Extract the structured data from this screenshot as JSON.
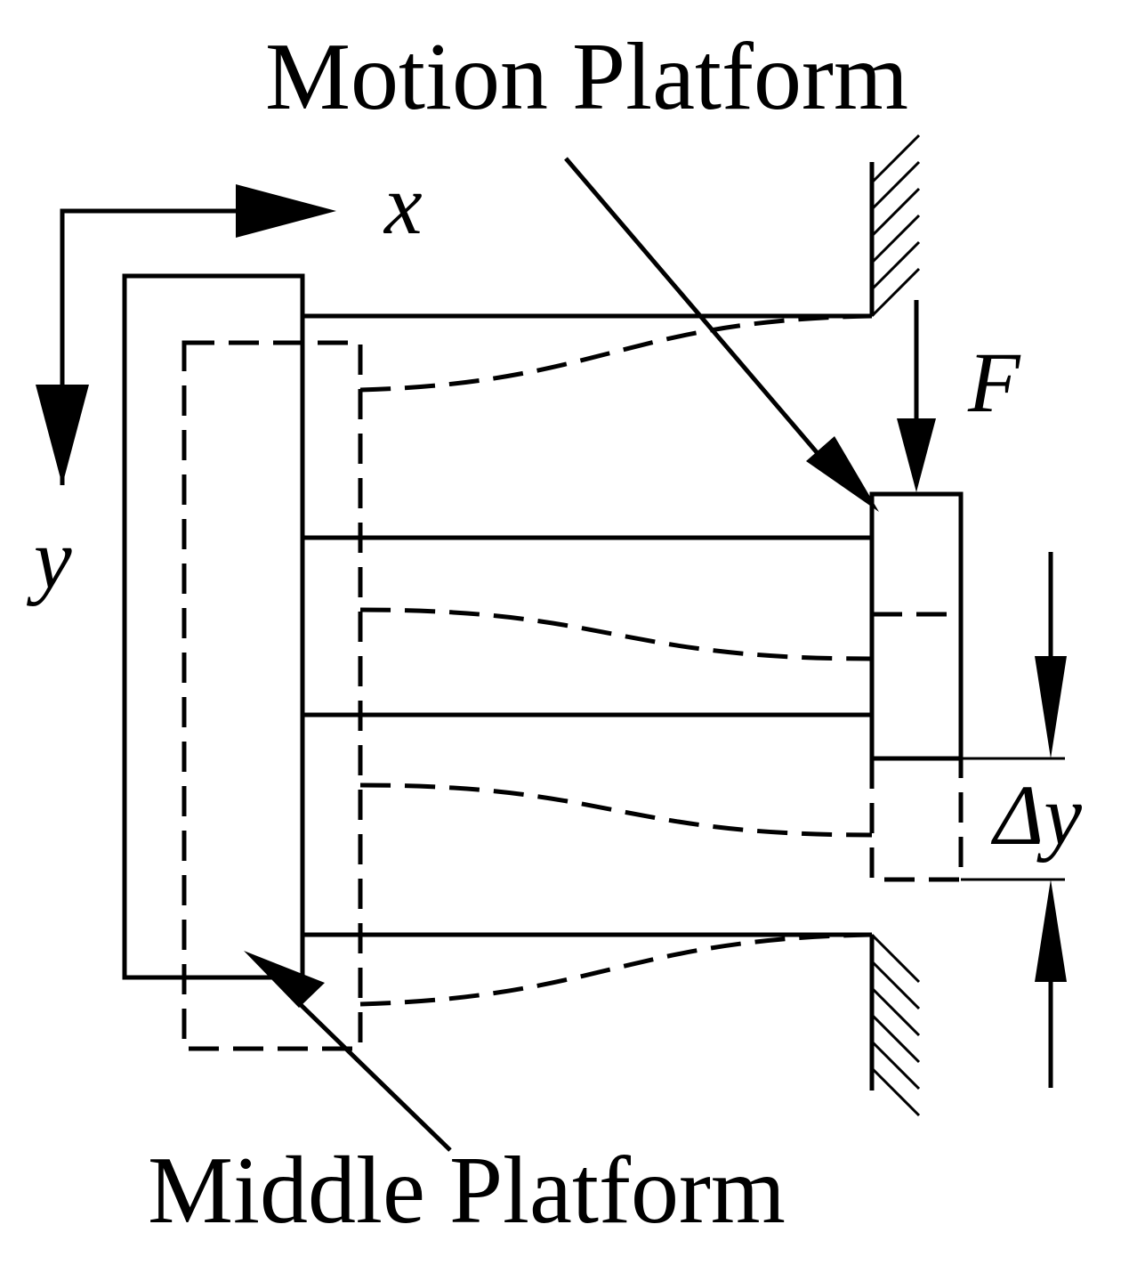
{
  "labels": {
    "motion_platform": "Motion Platform",
    "middle_platform": "Middle Platform",
    "axis_x": "x",
    "axis_y": "y",
    "force": "F",
    "displacement": "Δy"
  },
  "colors": {
    "ink": "#000000",
    "background": "#ffffff"
  }
}
